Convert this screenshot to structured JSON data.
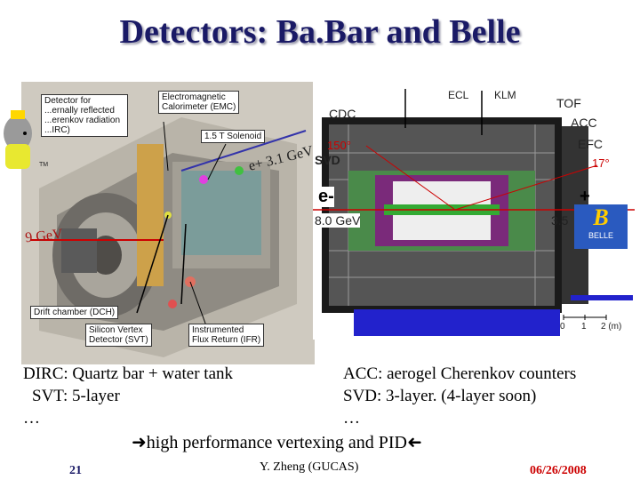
{
  "slide": {
    "title": "Detectors: Ba.Bar and Belle",
    "page_number": "21",
    "author": "Y. Zheng (GUCAS)",
    "date": "06/26/2008"
  },
  "babar": {
    "labels": {
      "dirc": "Detector for",
      "dirc2": "...ernally reflected",
      "dirc3": "...erenkov radiation",
      "dirc4": "...IRC)",
      "emc1": "Electromagnetic",
      "emc2": "Calorimeter (EMC)",
      "solenoid": "1.5 T Solenoid",
      "dch": "Drift chamber (DCH)",
      "svt1": "Silicon Vertex",
      "svt2": "Detector (SVT)",
      "ifr1": "Instrumented",
      "ifr2": "Flux Return (IFR)",
      "tm": "TM"
    },
    "beam_pos": "e+ 3.1 GeV",
    "beam_neg": "e- 9 GeV"
  },
  "belle": {
    "labels": {
      "ecl": "ECL",
      "klm": "KLM",
      "tof": "TOF",
      "cdc": "CDC",
      "acc": "ACC",
      "efc": "EFC",
      "svd": "SVD",
      "angle150": "150°",
      "angle17": "17°",
      "eminus": "e-",
      "eplus": "+",
      "e_energy": "8.0 GeV",
      "p_energy": "3.5",
      "logo": "BELLE"
    },
    "scale": [
      "0",
      "1",
      "2 (m)"
    ]
  },
  "text": {
    "left1": "DIRC: Quartz bar + water tank",
    "left2": "SVT: 5-layer",
    "left3": "…",
    "right1": "ACC: aerogel Cherenkov counters",
    "right2": "SVD: 3-layer. (4-layer soon)",
    "right3": "…",
    "summary": "high performance vertexing and PID"
  }
}
